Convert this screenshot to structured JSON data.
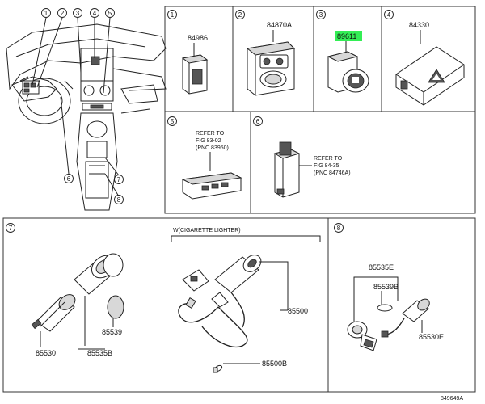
{
  "callouts": [
    "1",
    "2",
    "3",
    "4",
    "5",
    "6",
    "7",
    "8"
  ],
  "panels": {
    "p1": {
      "index": "1",
      "part": "84986"
    },
    "p2": {
      "index": "2",
      "part": "84870A"
    },
    "p3": {
      "index": "3",
      "part": "89611",
      "highlight": "#33ee55"
    },
    "p4": {
      "index": "4",
      "part": "84330"
    },
    "p5": {
      "index": "5",
      "refer": [
        "REFER TO",
        "FIG 83-02",
        "(PNC 83950)"
      ]
    },
    "p6": {
      "index": "6",
      "refer": [
        "REFER TO",
        "FIG 84-35",
        "(PNC 84746A)"
      ]
    },
    "p7": {
      "index": "7",
      "group_label": "W(CIGARETTE LIGHTER)",
      "parts": {
        "a": "85530",
        "b": "85535B",
        "c": "85539",
        "d": "85500",
        "e": "85500B"
      }
    },
    "p8": {
      "index": "8",
      "parts": {
        "a": "85535E",
        "b": "85539B",
        "c": "85530E"
      }
    }
  },
  "footer": {
    "code": "849649A"
  }
}
